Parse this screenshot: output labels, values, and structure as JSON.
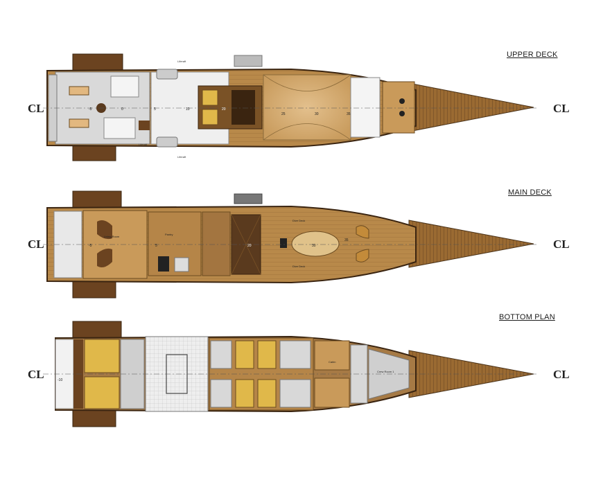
{
  "colors": {
    "hull_outline": "#4a3218",
    "teak_dark": "#5a3a1e",
    "teak_mid": "#9a6a32",
    "deck_wood": "#b8894a",
    "deck_wood_light": "#cfa265",
    "awning": "#d4ae78",
    "white_area": "#f2f2f2",
    "grey_area": "#d8d8d8",
    "gold_bed": "#e0b84a",
    "bowsprit": "#8a5a2a"
  },
  "centerline_symbol": "CL",
  "decks": [
    {
      "id": "upper",
      "title": "UPPER DECK",
      "scale_labels": [
        "-5",
        "0",
        "5",
        "10",
        "20",
        "25",
        "30",
        "35"
      ],
      "labels": [
        "Liferaft",
        "Liferaft",
        "Liferaft"
      ]
    },
    {
      "id": "main",
      "title": "MAIN DECK",
      "scale_labels": [
        "-5",
        "5",
        "20",
        "30",
        "35"
      ],
      "labels": [
        "Living Room",
        "Pantry",
        "Dive Deck",
        "Dive Deck"
      ]
    },
    {
      "id": "bottom",
      "title": "BOTTOM PLAN",
      "scale_labels": [
        "-10"
      ],
      "labels": [
        "Crew Room 1",
        "Cabin"
      ]
    }
  ]
}
